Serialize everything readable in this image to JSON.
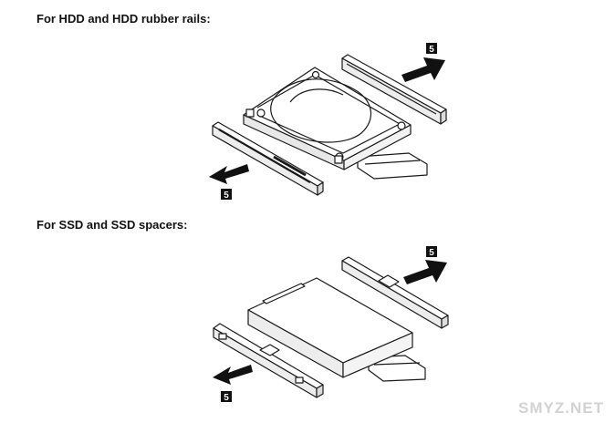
{
  "sections": [
    {
      "title": "For HDD and HDD rubber rails:",
      "step": "5"
    },
    {
      "title": "For SSD and SSD spacers:",
      "step": "5"
    }
  ],
  "watermark": "SMYZ.NET",
  "colors": {
    "line": "#1a1a1a",
    "arrow": "#111111",
    "badge": "#111111",
    "shade": "#e8e8e8"
  }
}
